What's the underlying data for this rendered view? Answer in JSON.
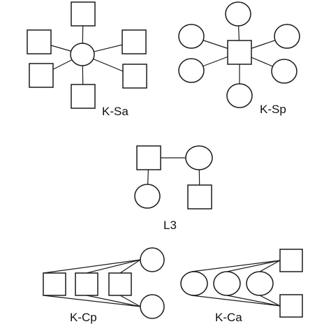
{
  "labels": {
    "k_sa": "K-Sa",
    "k_sp": "K-Sp",
    "l3": "L3",
    "k_cp": "K-Cp",
    "k_ca": "K-Ca"
  },
  "diagrams": [
    {
      "id": "k-sa",
      "label_key": "k_sa",
      "nodes": [
        {
          "id": "hub",
          "shape": "circle"
        },
        {
          "id": "n1",
          "shape": "square"
        },
        {
          "id": "n2",
          "shape": "square"
        },
        {
          "id": "n3",
          "shape": "square"
        },
        {
          "id": "n4",
          "shape": "square"
        },
        {
          "id": "n5",
          "shape": "square"
        },
        {
          "id": "n6",
          "shape": "square"
        }
      ],
      "edges": [
        [
          "hub",
          "n1"
        ],
        [
          "hub",
          "n2"
        ],
        [
          "hub",
          "n3"
        ],
        [
          "hub",
          "n4"
        ],
        [
          "hub",
          "n5"
        ],
        [
          "hub",
          "n6"
        ]
      ]
    },
    {
      "id": "k-sp",
      "label_key": "k_sp",
      "nodes": [
        {
          "id": "hub",
          "shape": "square"
        },
        {
          "id": "n1",
          "shape": "circle"
        },
        {
          "id": "n2",
          "shape": "circle"
        },
        {
          "id": "n3",
          "shape": "circle"
        },
        {
          "id": "n4",
          "shape": "circle"
        },
        {
          "id": "n5",
          "shape": "circle"
        },
        {
          "id": "n6",
          "shape": "circle"
        }
      ],
      "edges": [
        [
          "hub",
          "n1"
        ],
        [
          "hub",
          "n2"
        ],
        [
          "hub",
          "n3"
        ],
        [
          "hub",
          "n4"
        ],
        [
          "hub",
          "n5"
        ],
        [
          "hub",
          "n6"
        ]
      ]
    },
    {
      "id": "l3",
      "label_key": "l3",
      "nodes": [
        {
          "id": "a",
          "shape": "square"
        },
        {
          "id": "b",
          "shape": "circle"
        },
        {
          "id": "c",
          "shape": "circle"
        },
        {
          "id": "d",
          "shape": "square"
        }
      ],
      "edges": [
        [
          "a",
          "b"
        ],
        [
          "a",
          "c"
        ],
        [
          "b",
          "d"
        ]
      ]
    },
    {
      "id": "k-cp",
      "label_key": "k_cp",
      "nodes": [
        {
          "id": "s1",
          "shape": "square"
        },
        {
          "id": "s2",
          "shape": "square"
        },
        {
          "id": "s3",
          "shape": "square"
        },
        {
          "id": "c1",
          "shape": "circle"
        },
        {
          "id": "c2",
          "shape": "circle"
        }
      ],
      "edges": [
        [
          "s1",
          "c1"
        ],
        [
          "s1",
          "c2"
        ],
        [
          "s2",
          "c1"
        ],
        [
          "s2",
          "c2"
        ],
        [
          "s3",
          "c1"
        ],
        [
          "s3",
          "c2"
        ]
      ]
    },
    {
      "id": "k-ca",
      "label_key": "k_ca",
      "nodes": [
        {
          "id": "c1",
          "shape": "circle"
        },
        {
          "id": "c2",
          "shape": "circle"
        },
        {
          "id": "c3",
          "shape": "circle"
        },
        {
          "id": "s1",
          "shape": "square"
        },
        {
          "id": "s2",
          "shape": "square"
        }
      ],
      "edges": [
        [
          "c1",
          "s1"
        ],
        [
          "c1",
          "s2"
        ],
        [
          "c2",
          "s1"
        ],
        [
          "c2",
          "s2"
        ],
        [
          "c3",
          "s1"
        ],
        [
          "c3",
          "s2"
        ]
      ]
    }
  ]
}
